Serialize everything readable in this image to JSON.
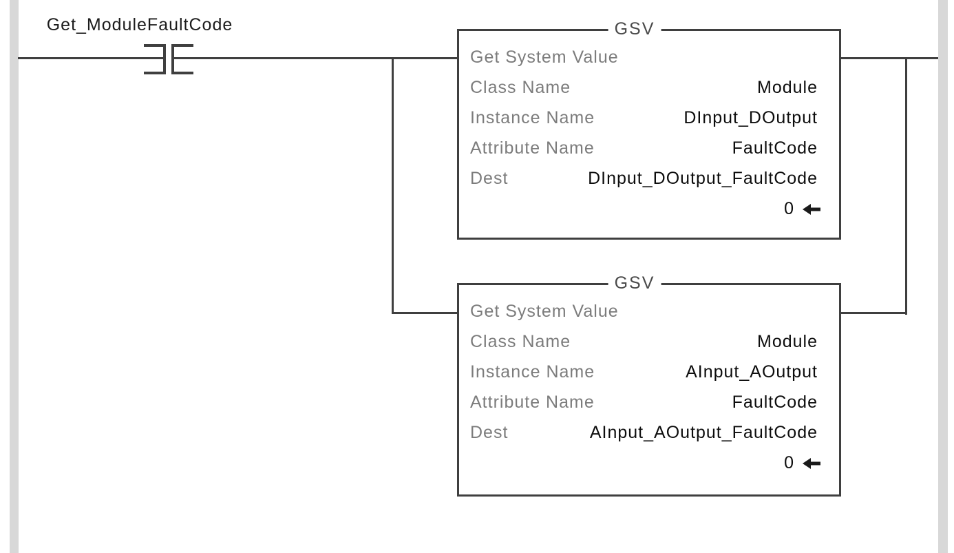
{
  "colors": {
    "background": "#ffffff",
    "wire": "#3f3f3f",
    "power_rail": "#d8d8d8",
    "parameter_label_text": "#7c7c7c",
    "value_text": "#0d0d0d"
  },
  "rung": {
    "contact": {
      "type": "XIC-normally-open-contact",
      "tag": "Get_ModuleFaultCode"
    }
  },
  "blocks": [
    {
      "mnemonic": "GSV",
      "title": "Get System Value",
      "rows": [
        {
          "label": "Class Name",
          "value": "Module"
        },
        {
          "label": "Instance Name",
          "value": "DInput_DOutput"
        },
        {
          "label": "Attribute Name",
          "value": "FaultCode"
        },
        {
          "label": "Dest",
          "value": "DInput_DOutput_FaultCode"
        }
      ],
      "result_value": "0"
    },
    {
      "mnemonic": "GSV",
      "title": "Get System Value",
      "rows": [
        {
          "label": "Class Name",
          "value": "Module"
        },
        {
          "label": "Instance Name",
          "value": "AInput_AOutput"
        },
        {
          "label": "Attribute Name",
          "value": "FaultCode"
        },
        {
          "label": "Dest",
          "value": "AInput_AOutput_FaultCode"
        }
      ],
      "result_value": "0"
    }
  ]
}
